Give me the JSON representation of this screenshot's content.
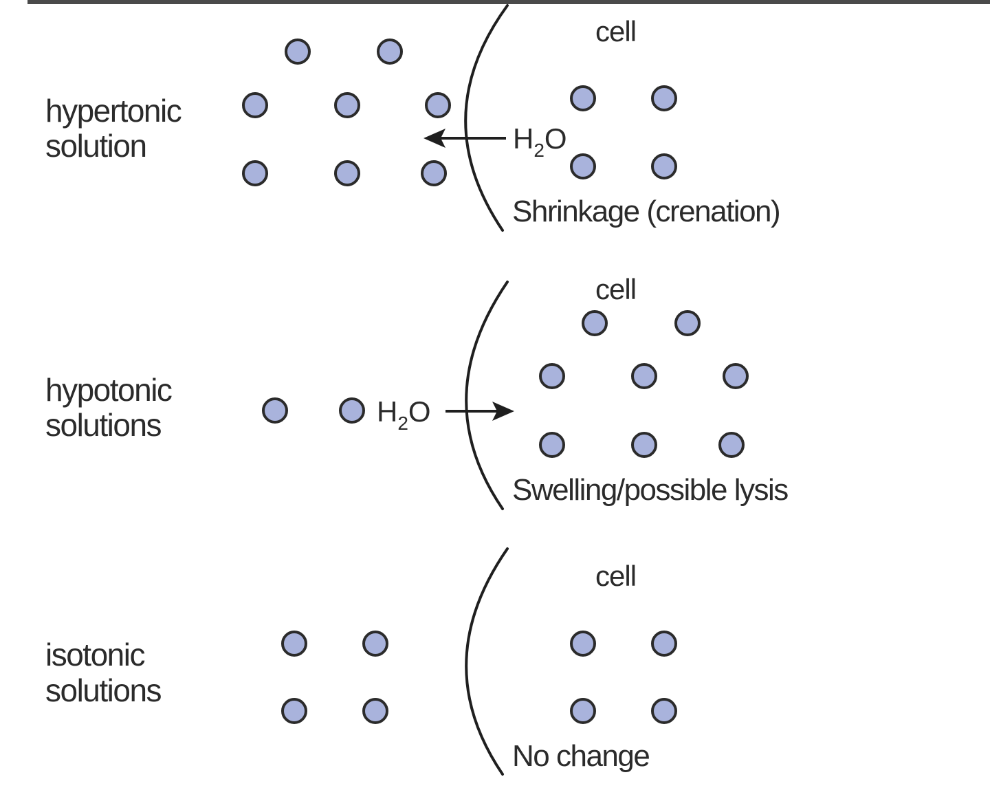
{
  "panels": [
    {
      "side_label_lines": [
        "hypertonic",
        "solution"
      ],
      "cell_label": "cell",
      "result_label": "Shrinkage (crenation)",
      "water": {
        "main": "H",
        "sub": "2",
        "tail": "O"
      },
      "water_direction": "out of cell",
      "solution_particles": 8,
      "cell_particles": 4
    },
    {
      "side_label_lines": [
        "hypotonic",
        "solutions"
      ],
      "cell_label": "cell",
      "result_label": "Swelling/possible lysis",
      "water": {
        "main": "H",
        "sub": "2",
        "tail": "O"
      },
      "water_direction": "into cell",
      "solution_particles": 2,
      "cell_particles": 8
    },
    {
      "side_label_lines": [
        "isotonic",
        "solutions"
      ],
      "cell_label": "cell",
      "result_label": "No change",
      "water": null,
      "water_direction": "none",
      "solution_particles": 4,
      "cell_particles": 4
    }
  ],
  "colors": {
    "particle_fill": "#a9b3dc",
    "outline": "#2b2b2b",
    "top_rule": "#4a4a4a"
  }
}
